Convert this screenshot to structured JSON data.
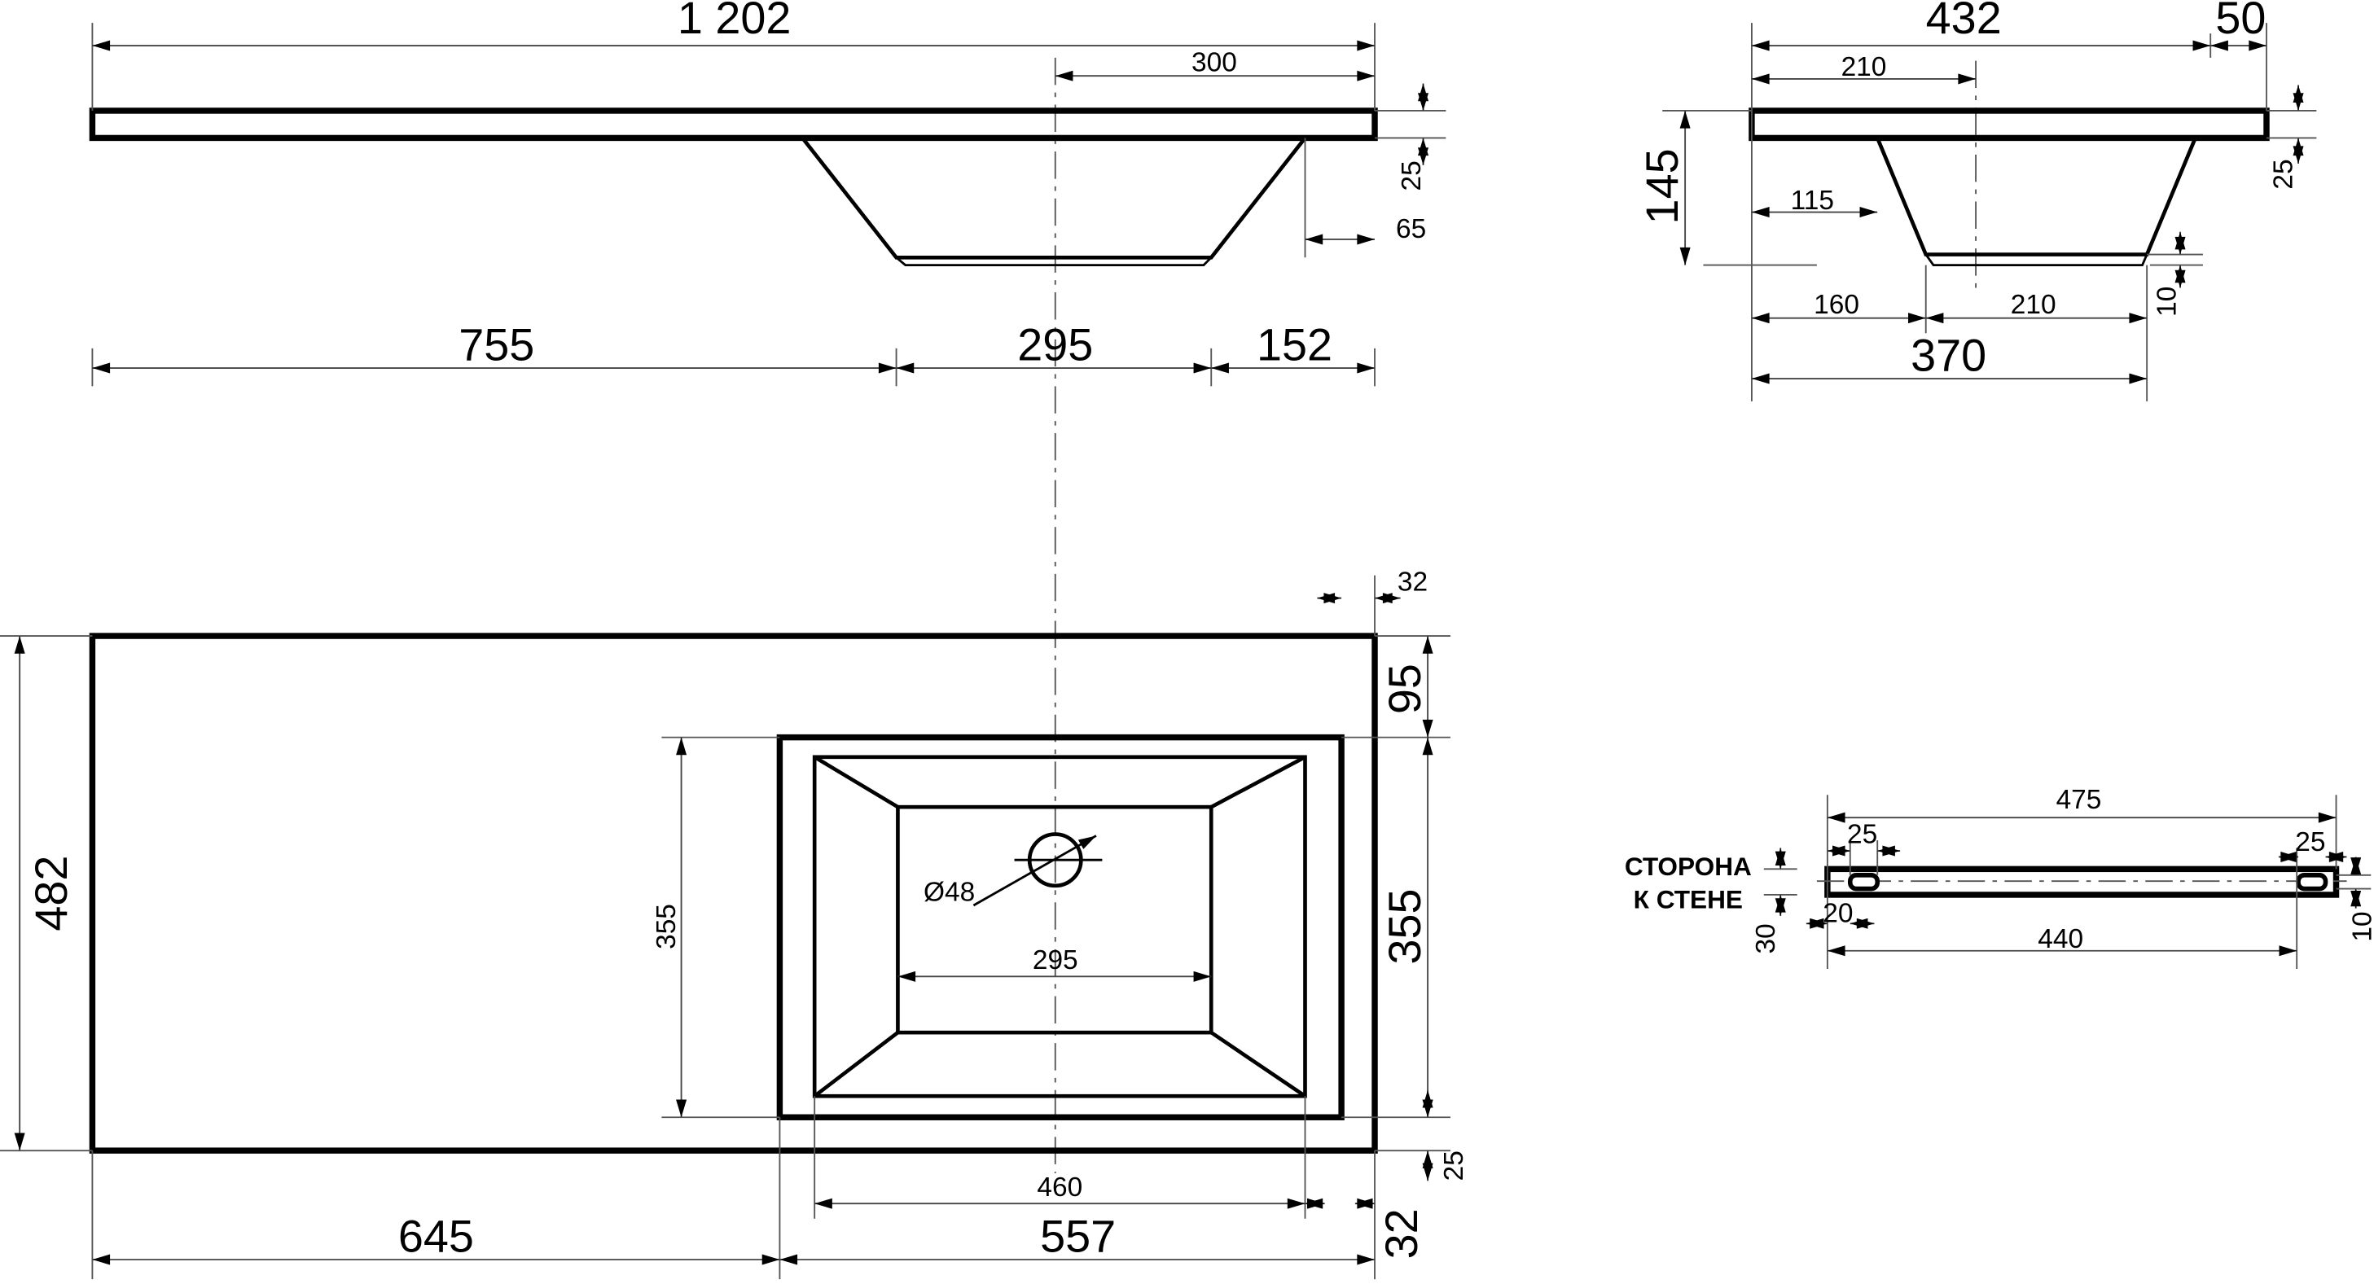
{
  "front_view": {
    "overall_length": "1 202",
    "drain_offset_right": "300",
    "slab_thickness": "25",
    "bowl_edge_offset": "65",
    "left_segment": "755",
    "bowl_width": "295",
    "right_segment": "152"
  },
  "side_view": {
    "depth": "432",
    "overhang": "50",
    "drain_offset": "210",
    "height": "145",
    "bowl_front_offset": "115",
    "slab_thickness": "25",
    "bottom_thickness": "10",
    "bottom_front": "160",
    "bottom_width": "210",
    "bowl_span": "370"
  },
  "plan_view": {
    "overall_depth": "482",
    "bowl_inner_depth": "355",
    "drain_diameter": "Ø48",
    "bowl_bottom_width": "295",
    "right_edge_offset": "32",
    "back_margin": "95",
    "bowl_depth": "355",
    "front_margin": "25",
    "bottom_right_offset": "32",
    "bowl_inner_width": "460",
    "left_length": "645",
    "right_length": "557"
  },
  "bracket": {
    "wall_side_label_1": "СТОРОНА",
    "wall_side_label_2": "К СТЕНЕ",
    "length": "475",
    "slot_left": "25",
    "slot_right": "25",
    "slot_offset": "20",
    "slot_spacing": "440",
    "height": "30",
    "slot_height": "10"
  }
}
